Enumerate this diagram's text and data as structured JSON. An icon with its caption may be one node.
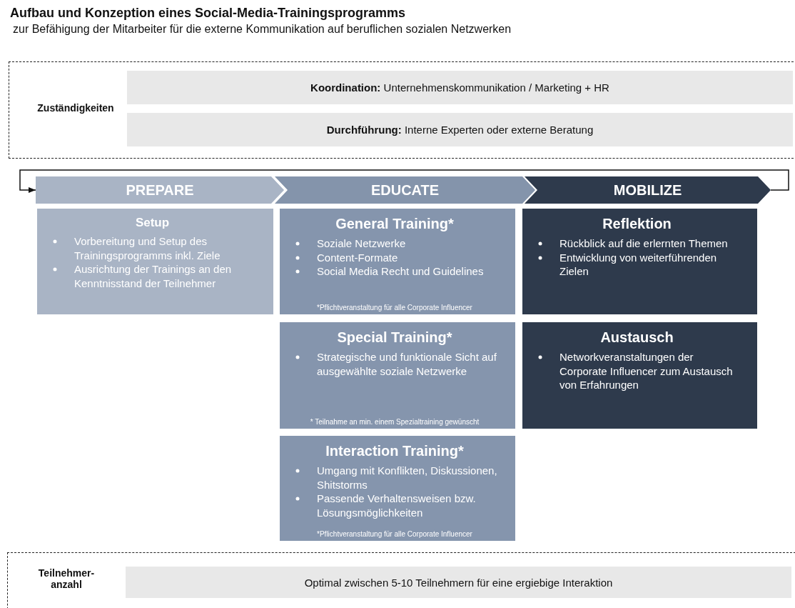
{
  "diagram": {
    "title": "Aufbau und Konzeption eines Social-Media-Trainingsprogramms",
    "caption": "zur Befähigung der Mitarbeiter für die externe Kommunikation auf beruflichen sozialen Netzwerken",
    "nodes": [
      {
        "text": [
          "Zuständigkeiten"
        ]
      },
      {
        "text": [
          "**Koordination:** Unternehmenskommunikation / Marketing + HR"
        ],
        "in": 0
      },
      {
        "text": [
          "**Durchführung:** Interne Experten oder externe Beratung"
        ],
        "in": 0
      },
      {
        "text": [
          "PREPARE"
        ]
      },
      {
        "text": [
          "EDUCATE"
        ]
      },
      {
        "text": [
          "MOBILIZE"
        ]
      },
      {
        "text": [
          "Setup",
          "Vorbereitung und Setup des Trainingsprogramms inkl. Ziele",
          "Ausrichtung der Trainings an den Kenntnisstand der Teilnehmer"
        ]
      },
      {
        "text": [
          "General Training*",
          "Soziale Netzwerke",
          "Content-Formate",
          "Social Media Recht und Guidelines",
          "*Pflichtveranstaltung für alle Corporate Influencer"
        ]
      },
      {
        "text": [
          "Reflektion",
          "Rückblick auf die erlernten Themen",
          "Entwicklung von weiterführenden Zielen"
        ]
      },
      {
        "text": [
          "Special Training*",
          "Strategische und funktionale Sicht auf ausgewählte soziale Netzwerke",
          "* Teilnahme an min. einem Spezialtraining gewünscht"
        ]
      },
      {
        "text": [
          "Austausch",
          "Networkveranstaltungen der Corporate Influencer zum Austausch von Erfahrungen"
        ]
      },
      {
        "text": [
          "Interaction Training*",
          "Umgang mit Konflikten, Diskussionen, Shitstorms",
          "Passende Verhaltensweisen bzw. Lösungsmöglichkeiten",
          "*Pflichtveranstaltung für alle Corporate Influencer"
        ]
      },
      {
        "text": [
          "Teilnehmer- anzahl"
        ]
      },
      {
        "text": [
          "Optimal zwischen 5-10 Teilnehmern für eine ergiebige Interaktion"
        ],
        "in": 12
      }
    ],
    "edges": [
      {
        "from": 5,
        "to": 3,
        "arrow": "to"
      }
    ]
  }
}
